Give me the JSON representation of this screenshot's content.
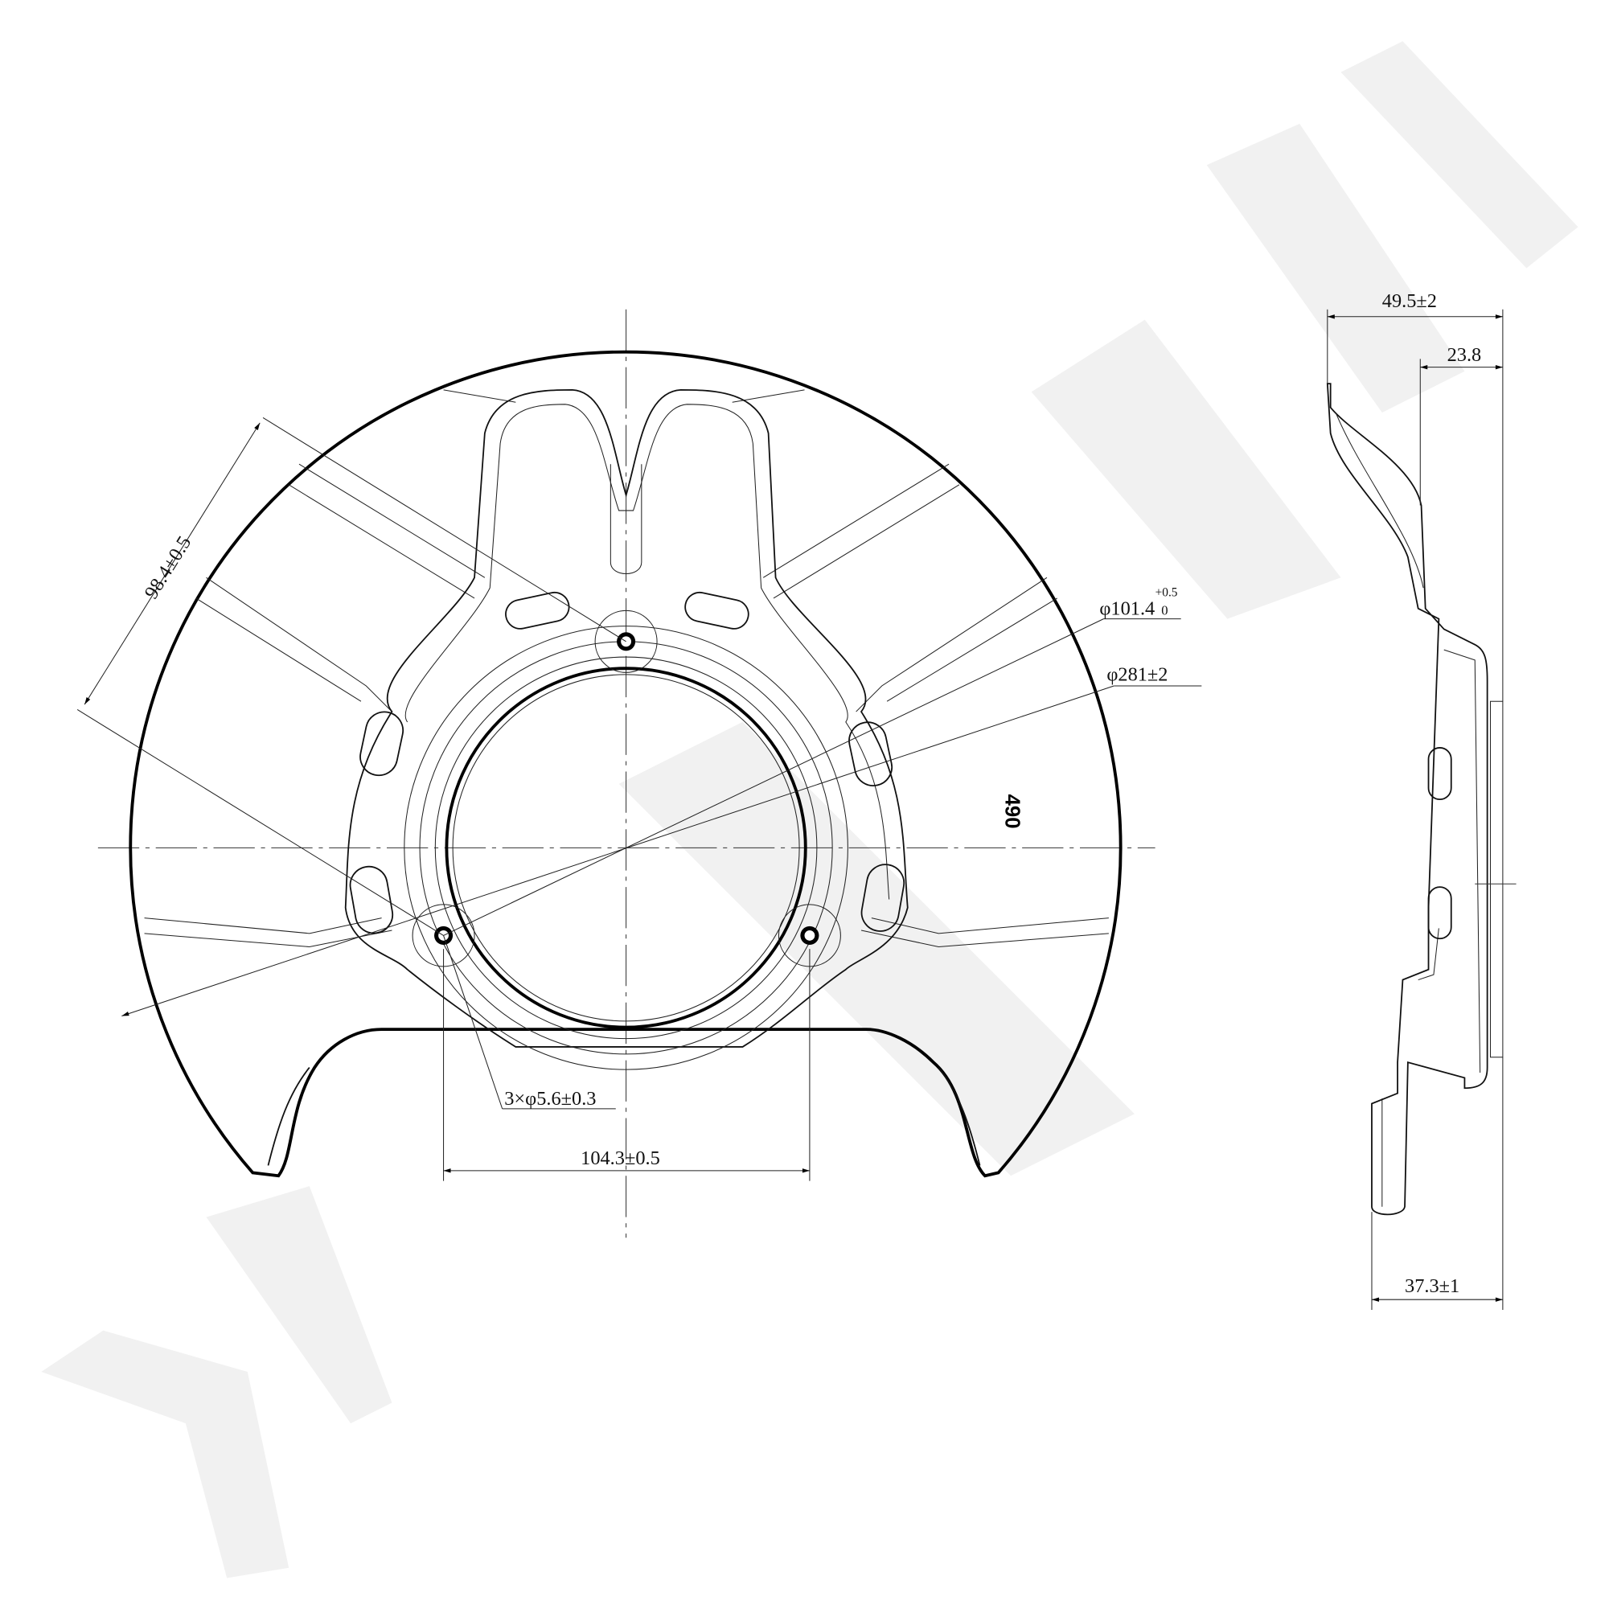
{
  "drawing": {
    "front_view": {
      "dim_bolt_spacing_angled": "98.4±0.5",
      "dim_center_bore": "φ101.4",
      "dim_center_bore_tol_upper": "+0.5",
      "dim_center_bore_tol_lower": "0",
      "dim_outer_diameter": "φ281±2",
      "part_code": "490",
      "dim_holes": "3×φ5.6±0.3",
      "dim_bolt_spacing_horizontal": "104.3±0.5"
    },
    "side_view": {
      "dim_total_depth": "49.5±2",
      "dim_offset": "23.8",
      "dim_flange_depth": "37.3±1"
    }
  }
}
